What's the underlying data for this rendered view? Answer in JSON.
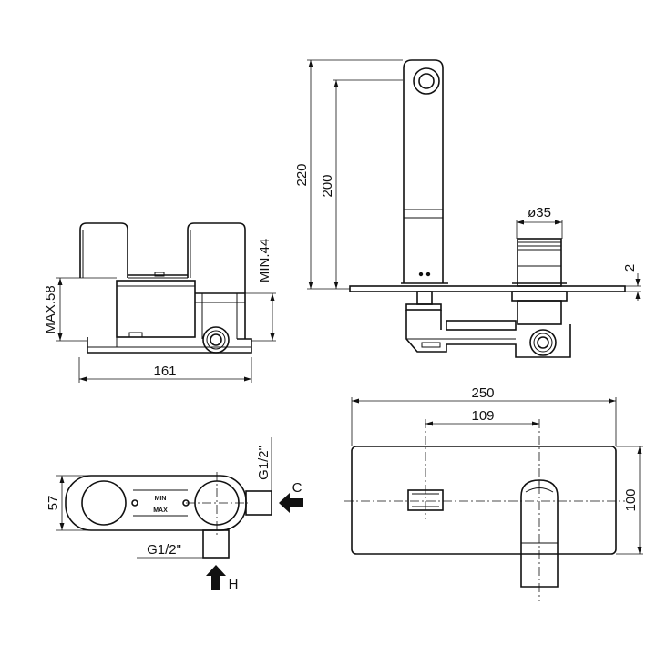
{
  "front_view": {
    "width_label": "161",
    "max_height_label": "MAX.58",
    "min_height_label": "MIN.44"
  },
  "side_view": {
    "spout_height_label": "220",
    "outlet_height_label": "200",
    "handle_diameter_label": "ø35",
    "plate_thickness_label": "2"
  },
  "top_view": {
    "depth_label": "57",
    "cold_thread_label": "G1/2\"",
    "hot_thread_label": "G1/2\"",
    "cold_inlet_label": "C",
    "hot_inlet_label": "H",
    "min_mark": "MIN",
    "max_mark": "MAX"
  },
  "plate_view": {
    "width_label": "250",
    "center_distance_label": "109",
    "height_label": "100"
  }
}
